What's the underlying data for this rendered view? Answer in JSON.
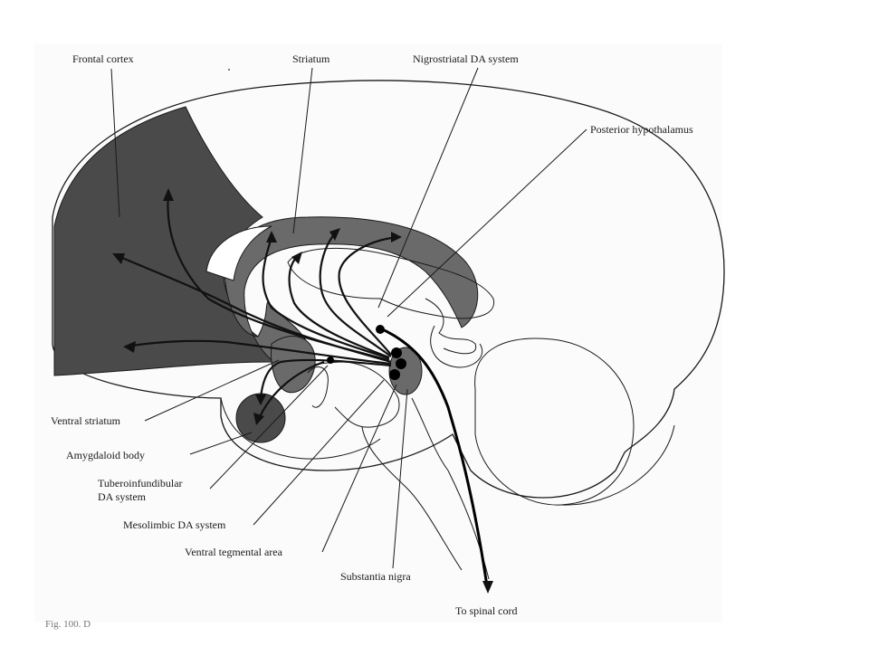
{
  "labels": {
    "frontal_cortex": "Frontal cortex",
    "striatum": "Striatum",
    "nigrostriatal": "Nigrostriatal DA system",
    "posterior_hypothalamus": "Posterior hypothalamus",
    "ventral_striatum": "Ventral striatum",
    "amygdaloid_body": "Amygdaloid body",
    "tuberoinfundibular_1": "Tuberoinfundibular",
    "tuberoinfundibular_2": "DA system",
    "mesolimbic": "Mesolimbic DA system",
    "ventral_tegmental": "Ventral tegmental area",
    "substantia_nigra": "Substantia nigra",
    "spinal_cord": "To spinal cord",
    "figure_caption": "Fig. 100. D"
  },
  "colors": {
    "shading": "#4a4a4a",
    "line": "#1a1a1a"
  }
}
